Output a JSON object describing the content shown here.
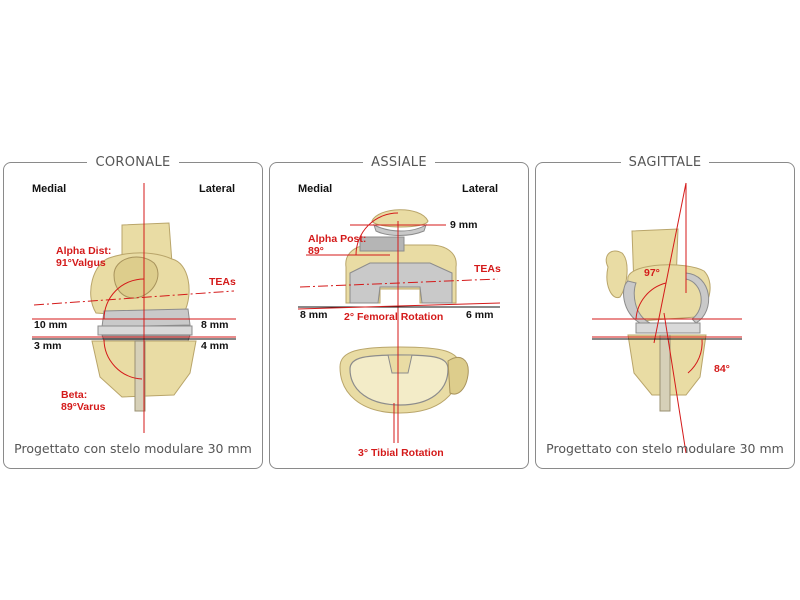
{
  "panels": {
    "coronale": {
      "title": "CORONALE",
      "medial": "Medial",
      "lateral": "Lateral",
      "alpha_dist": "Alpha Dist:",
      "alpha_dist_value": "91°Valgus",
      "teas": "TEAs",
      "medial_femoral_mm": "10 mm",
      "lateral_femoral_mm": "8 mm",
      "medial_tibial_mm": "3 mm",
      "lateral_tibial_mm": "4 mm",
      "beta": "Beta:",
      "beta_value": "89°Varus",
      "caption": "Progettato con stelo modulare 30 mm"
    },
    "assiale": {
      "title": "ASSIALE",
      "medial": "Medial",
      "lateral": "Lateral",
      "patella_mm": "9 mm",
      "alpha_post": "Alpha Post:",
      "alpha_post_value": "89°",
      "teas": "TEAs",
      "medial_mm": "8 mm",
      "lateral_mm": "6 mm",
      "femoral_rotation": "2° Femoral Rotation",
      "tibial_rotation": "3° Tibial Rotation"
    },
    "sagittale": {
      "title": "SAGITTALE",
      "femoral_angle": "97°",
      "tibial_angle": "84°",
      "caption": "Progettato con stelo modulare 30 mm"
    }
  },
  "colors": {
    "bone": "#e9dca4",
    "bone_shadow": "#b9a56a",
    "implant": "#c9c9c9",
    "annotation_red": "#d41a1a",
    "border": "#8a8a8a"
  }
}
